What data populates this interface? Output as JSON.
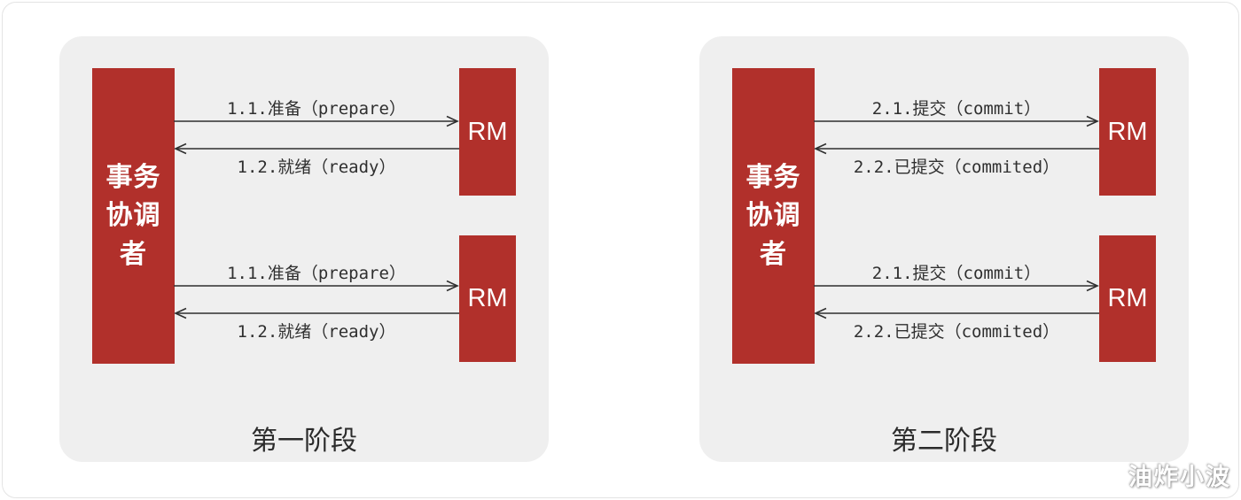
{
  "watermark": "油炸小波",
  "panels": [
    {
      "caption": "第一阶段",
      "coordinator": "事务协调者",
      "rms": [
        "RM",
        "RM"
      ],
      "exchanges": [
        {
          "forward": "1.1.准备（prepare）",
          "back": "1.2.就绪（ready）"
        },
        {
          "forward": "1.1.准备（prepare）",
          "back": "1.2.就绪（ready）"
        }
      ]
    },
    {
      "caption": "第二阶段",
      "coordinator": "事务协调者",
      "rms": [
        "RM",
        "RM"
      ],
      "exchanges": [
        {
          "forward": "2.1.提交（commit）",
          "back": "2.2.已提交（commited）"
        },
        {
          "forward": "2.1.提交（commit）",
          "back": "2.2.已提交（commited）"
        }
      ]
    }
  ],
  "colors": {
    "panel_bg": "#efefef",
    "actor_red": "#b1302b",
    "arrow": "#2f2f2f",
    "label_text": "#2f2f2f"
  }
}
